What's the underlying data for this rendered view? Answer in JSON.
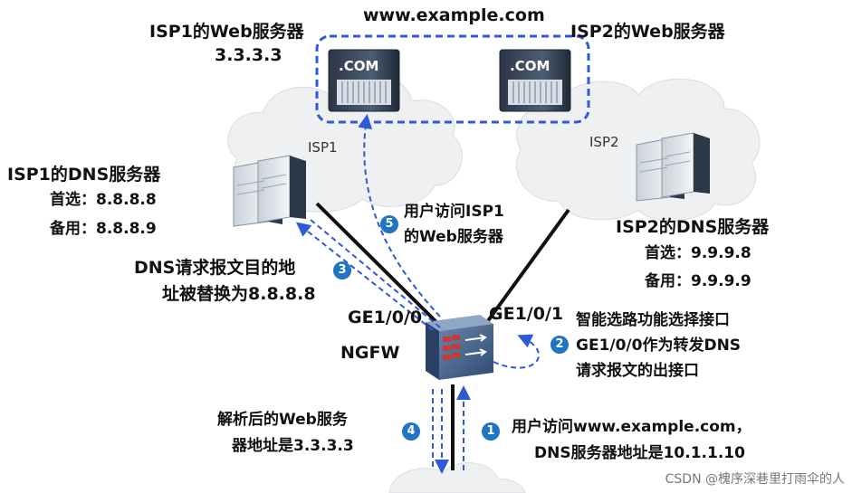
{
  "top": {
    "domain_label": "www.example.com",
    "isp1_web_title": "ISP1的Web服务器",
    "isp1_web_ip": "3.3.3.3",
    "isp2_web_title": "ISP2的Web服务器",
    "com_label": ".COM"
  },
  "clouds": {
    "isp1_name": "ISP1",
    "isp2_name": "ISP2"
  },
  "isp1_dns": {
    "title": "ISP1的DNS服务器",
    "primary": "首选：8.8.8.8",
    "backup": "备用：8.8.8.9"
  },
  "isp2_dns": {
    "title": "ISP2的DNS服务器",
    "primary": "首选：9.9.9.8",
    "backup": "备用：9.9.9.9"
  },
  "device": {
    "name": "NGFW",
    "port_left": "GE1/0/0",
    "port_right": "GE1/0/1"
  },
  "steps": [
    {
      "num": "1",
      "line1": "用户访问www.example.com，",
      "line2": "DNS服务器地址是10.1.1.10"
    },
    {
      "num": "2",
      "line1": "智能选路功能选择接口",
      "line2": "GE1/0/0作为转发DNS",
      "line3": "请求报文的出接口"
    },
    {
      "num": "3",
      "line1": "DNS请求报文目的地",
      "line2": "址被替换为8.8.8.8"
    },
    {
      "num": "4",
      "line1": "解析后的Web服务",
      "line2": "器地址是3.3.3.3"
    },
    {
      "num": "5",
      "line1": "用户访问ISP1",
      "line2": "的Web服务器"
    }
  ],
  "watermark": "CSDN @槐序深巷里打雨伞的人",
  "colors": {
    "cloud": "#eef0f2",
    "arrow": "#2f59d6",
    "step_badge": "#1f74c4",
    "server_dark": "#3a4a5e",
    "firewall": "#3e5d84"
  }
}
